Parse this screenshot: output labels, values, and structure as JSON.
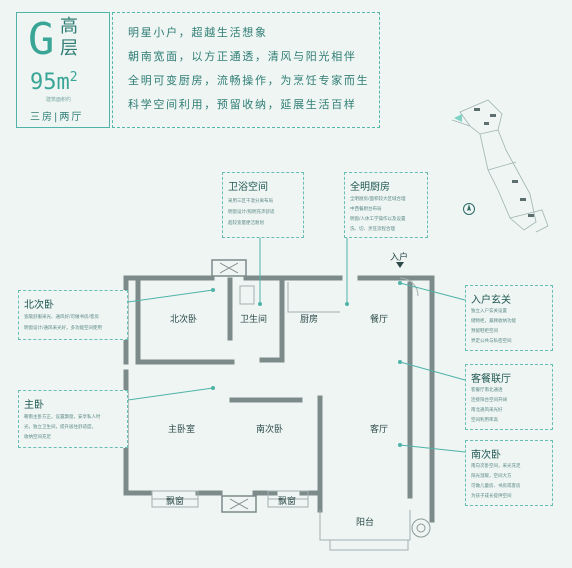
{
  "header": {
    "type_letter": "G",
    "type_name": "高层",
    "area_value": "95m",
    "area_unit_sup": "2",
    "area_subtitle": "建筑面积约",
    "layout": "三房|两厅"
  },
  "features": [
    "明星小户，超越生活想象",
    "朝南宽面，以方正通透，清风与阳光相伴",
    "全明可变厨房，流畅操作，为烹饪专家而生",
    "科学空间利用，预留收纳，延展生活百样"
  ],
  "callouts": {
    "bathroom": {
      "title": "卫浴空间",
      "lines": [
        "采用三区干湿分离布局",
        "明窗设计/照明充沛舒适",
        "超较宽量便洁耐划"
      ]
    },
    "kitchen": {
      "title": "全明厨房",
      "lines": [
        "全明厨房/面积较大区域合理",
        "中西餐厨台布局",
        "明窗/人体工学操作以及设置",
        "洗、切、烹饪流程合理"
      ]
    },
    "north_bedroom": {
      "title": "北次卧",
      "lines": [
        "宽敞舒服采光、通风好/可做书房/客房",
        "明窗设计/通风采光好，多功能空间使用"
      ]
    },
    "master_bedroom": {
      "title": "主卧",
      "lines": [
        "朝南主卧方正，设置飘窗，安享私人时",
        "光，独立卫生间，提升居住舒适度，",
        "收纳空间充足"
      ]
    },
    "foyer": {
      "title": "入户玄关",
      "lines": [
        "独立入户玄关设置",
        "储物柜，兼顾收纳功能",
        "预留鞋柜空间",
        "界定公共与私密空间"
      ]
    },
    "living_dining": {
      "title": "客餐联厅",
      "lines": [
        "客餐厅南北通透",
        "连接阳台空间开阔",
        "南北通风采光好",
        "空间利用率高"
      ]
    },
    "south_bedroom": {
      "title": "南次卧",
      "lines": [
        "南向次卧空间，采光充足",
        "阳光温暖，空间大方",
        "可做儿童房、书房或客房",
        "为孩子成长提供空间"
      ]
    }
  },
  "rooms": {
    "north_bedroom": "北次卧",
    "bathroom": "卫生间",
    "kitchen": "厨房",
    "dining": "餐厅",
    "master_bedroom": "主卧室",
    "south_bedroom": "南次卧",
    "living": "客厅",
    "bay_window_left": "飘窗",
    "bay_window_right": "飘窗",
    "balcony": "阳台",
    "entry": "入户"
  },
  "colors": {
    "accent": "#39a596",
    "wall": "#7d8a8a",
    "callout_border": "#69beb3",
    "background": "#eef5f3"
  },
  "icons": [
    "compass-icon",
    "entry-arrow-icon",
    "plant-icon",
    "air-conditioner-icon"
  ]
}
